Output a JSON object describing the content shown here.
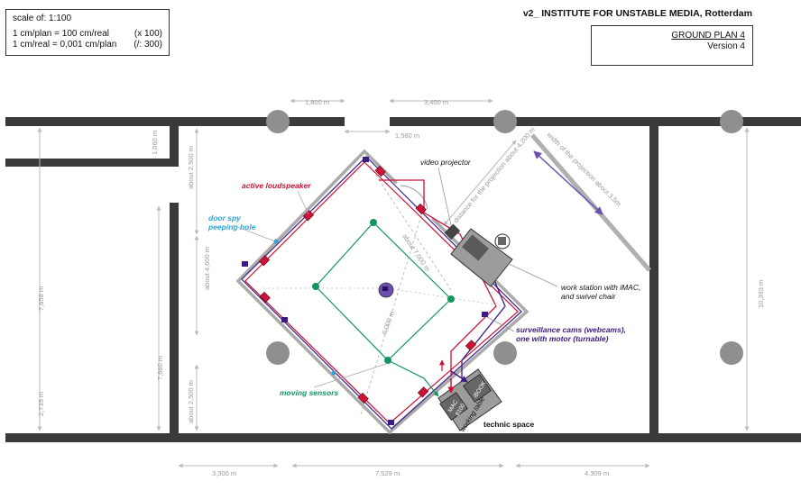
{
  "scale": {
    "title": "scale of: 1:100",
    "line1": "1 cm/plan = 100 cm/real",
    "line1_factor": "(x 100)",
    "line2": "1 cm/real = 0,001 cm/plan",
    "line2_factor": "(/: 300)"
  },
  "institute": "v2_ INSTITUTE FOR UNSTABLE MEDIA, Rotterdam",
  "plan": {
    "title": "GROUND PLAN 4",
    "version": "Version 4"
  },
  "dimensions": {
    "top_left": "1,800 m",
    "top_mid": "3,400 m",
    "door_width": "1,580 m",
    "left_wall_height": "1,060 m",
    "left_total": "7,658 m",
    "left_lower": "2,735 m",
    "inner_left": "7,660 m",
    "about_upper": "about 2,500 m",
    "about_mid": "about 4,600 m",
    "about_lower": "about 2,500 m",
    "right_total": "10,393 m",
    "bottom_left": "3,300 m",
    "bottom_mid": "7,529 m",
    "bottom_right": "4,309 m",
    "diag_7000": "about 7,000 m",
    "diag_6000": "6,000 m",
    "projection_distance": "distance for the projection about 4,200 m",
    "projection_width": "width of the projection about 3,5m"
  },
  "labels": {
    "video_projector": "video projector",
    "active_loudspeaker": "active loudspeaker",
    "door_spy_1": "door spy",
    "door_spy_2": "peeping hole",
    "workstation_1": "work station with iMAC,",
    "workstation_2": "and swivel chair",
    "cams_1": "surveillance cams (webcams),",
    "cams_2": "one with motor (turnable)",
    "moving_sensors": "moving sensors",
    "technic_space": "technic space",
    "working_table": "working table",
    "mac_1": "MAC",
    "mac_2": "8100",
    "ibook": "iBOOK"
  },
  "colors": {
    "wall": "#3a3a3a",
    "loudspeaker": "#cc1236",
    "surveillance": "#3b1c80",
    "door_spy": "#2aa6de",
    "sensors": "#13955e",
    "grey": "#999999"
  }
}
